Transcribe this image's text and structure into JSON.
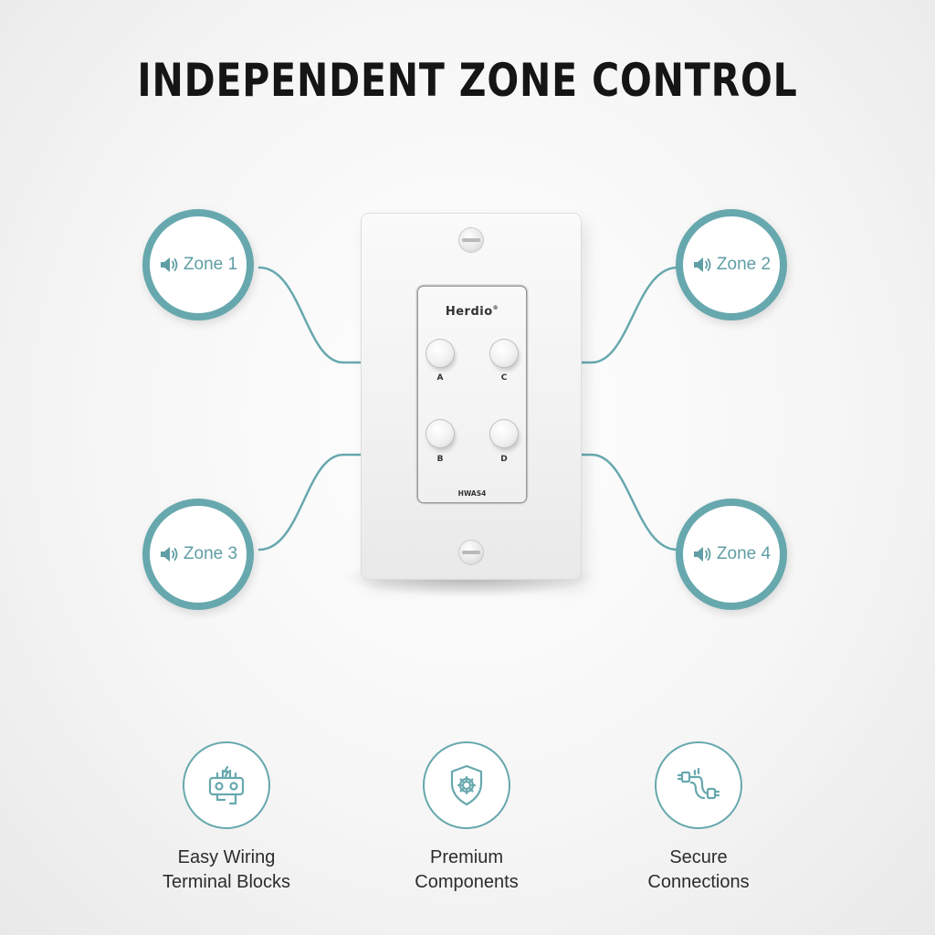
{
  "title": "INDEPENDENT ZONE CONTROL",
  "accent_color": "#67a8ae",
  "device": {
    "brand": "Herdio",
    "brand_mark": "®",
    "model": "HWAS4",
    "buttons": [
      {
        "label": "A"
      },
      {
        "label": "C"
      },
      {
        "label": "B"
      },
      {
        "label": "D"
      }
    ]
  },
  "zones": [
    {
      "label": "Zone 1",
      "icon": "speaker-icon"
    },
    {
      "label": "Zone 2",
      "icon": "speaker-icon"
    },
    {
      "label": "Zone 3",
      "icon": "speaker-icon"
    },
    {
      "label": "Zone 4",
      "icon": "speaker-icon"
    }
  ],
  "features": [
    {
      "line1": "Easy Wiring",
      "line2": "Terminal Blocks",
      "icon": "terminal-block-icon"
    },
    {
      "line1": "Premium",
      "line2": "Components",
      "icon": "shield-gear-icon"
    },
    {
      "line1": "Secure",
      "line2": "Connections",
      "icon": "plug-connection-icon"
    }
  ]
}
